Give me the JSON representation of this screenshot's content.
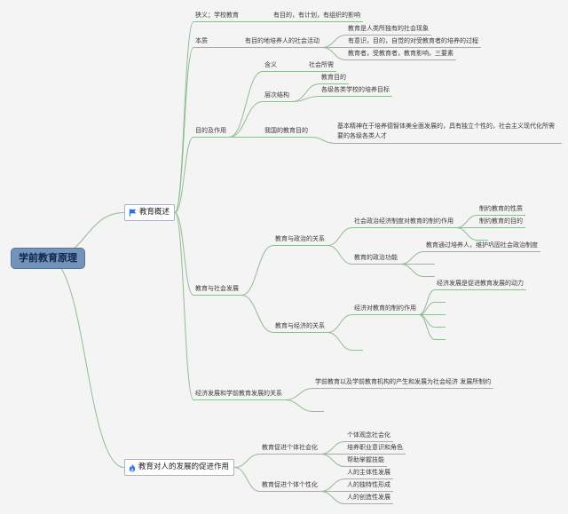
{
  "root": {
    "label": "学前教育原理"
  },
  "branches": [
    {
      "label": "教育概述",
      "icon": "flag-icon",
      "children": [
        {
          "label": "狭义；学校教育",
          "children": [
            {
              "label": "有目的，有计划，有组织的影响"
            }
          ]
        },
        {
          "label": "本质",
          "children": [
            {
              "label": "有目的地培养人的社会活动",
              "children": [
                {
                  "label": "教育是人类所独有的社会现象"
                },
                {
                  "label": "有意识，目的，自觉的对受教育者的培养的过程"
                },
                {
                  "label": "教育者，受教育者，教育影响，三要素"
                }
              ]
            }
          ]
        },
        {
          "label": "目的及作用",
          "children": [
            {
              "label": "含义",
              "children": [
                {
                  "label": "社会所需"
                }
              ]
            },
            {
              "label": "层次结构",
              "children": [
                {
                  "label": "教育目的"
                },
                {
                  "label": "各级各类学校的培养目标"
                }
              ]
            },
            {
              "label": "我国的教育目的",
              "children": [
                {
                  "label": "基本精神在于培养德智体美全面发展的，具有独立个性的，社会主义现代化所需要的各级各类人才"
                }
              ]
            }
          ]
        },
        {
          "label": "教育与社会发展",
          "children": [
            {
              "label": "教育与政治的关系",
              "children": [
                {
                  "label": "社会政治经济制度对教育的制约作用",
                  "children": [
                    {
                      "label": "制约教育的性质"
                    },
                    {
                      "label": "制约教育的目的"
                    }
                  ]
                },
                {
                  "label": "教育的政治功能",
                  "children": [
                    {
                      "label": "教育通过培养人，维护巩固社会政治制度"
                    }
                  ]
                }
              ]
            },
            {
              "label": "教育与经济的关系",
              "children": [
                {
                  "label": "经济对教育的制约作用",
                  "children": [
                    {
                      "label": "经济发展是促进教育发展的动力"
                    }
                  ]
                }
              ]
            }
          ]
        },
        {
          "label": "经济发展和学前教育发展的关系",
          "children": [
            {
              "label": "学前教育以及学前教育机构的产生和发展为社会经济 发展所制约"
            }
          ]
        }
      ]
    },
    {
      "label": "教育对人的发展的促进作用",
      "icon": "flame-icon",
      "children": [
        {
          "label": "教育促进个体社会化",
          "children": [
            {
              "label": "个体观念社会化"
            },
            {
              "label": "培养职业意识和角色"
            },
            {
              "label": "帮助掌握技能"
            }
          ]
        },
        {
          "label": "教育促进个体个性化",
          "children": [
            {
              "label": "人的主体性发展"
            },
            {
              "label": "人的独特性形成"
            },
            {
              "label": "人的创造性发展"
            }
          ]
        }
      ]
    }
  ],
  "colors": {
    "background": "#f4f4f4",
    "line": "#93bb95",
    "root_fill": "#7493bb",
    "root_text": "#10264a",
    "icon": "#2f6fd8"
  }
}
